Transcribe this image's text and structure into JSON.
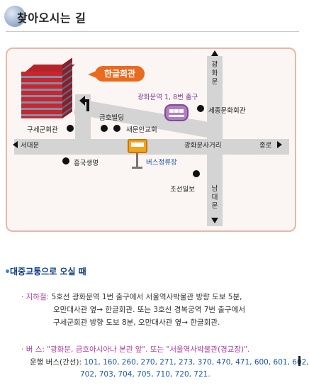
{
  "header": {
    "title": "찾아오시는 길"
  },
  "map": {
    "callout": "한글회관",
    "subway_label": "광화문역 1, 8번 출구",
    "bus_stop_label": "버스정류장",
    "road_labels": {
      "west": "서대문",
      "east": "종로",
      "intersection": "광화문사거리",
      "north": [
        "광",
        "화",
        "문"
      ],
      "south": [
        "남",
        "대",
        "문"
      ]
    },
    "landmarks": {
      "sejong": "세종문화회관",
      "kumho": "금호빌딩",
      "saemunan": "새문안교회",
      "gusegun": "구세군회관",
      "heungkuk": "흥국생명",
      "chosun": "조선일보"
    }
  },
  "directions": {
    "title": "대중교통으로 오실 때",
    "subway": {
      "label": "지하철",
      "line1": "5호선 광화문역 1번 출구에서 서울역사박물관 방향 도보 5분,",
      "line2": "오만대사관 옆→ 한글회관. 또는 3호선 경복궁역 7번 출구에서",
      "line3": "구세군회관 방향 도보 8분, 오만대사관 옆→ 한글회관."
    },
    "bus": {
      "label": "버   스",
      "stops": "\"광화문, 금호아시아나 본관 앞\". 또는 \"서울역사박물관(경교장)\".",
      "routes_label": "운행 버스(간선): ",
      "routes_line1": "101, 160, 260, 270, 271, 273, 370, 470, 471, 600, 601, 602,",
      "routes_line2": "702, 703, 704, 705, 710, 720, 721."
    }
  }
}
